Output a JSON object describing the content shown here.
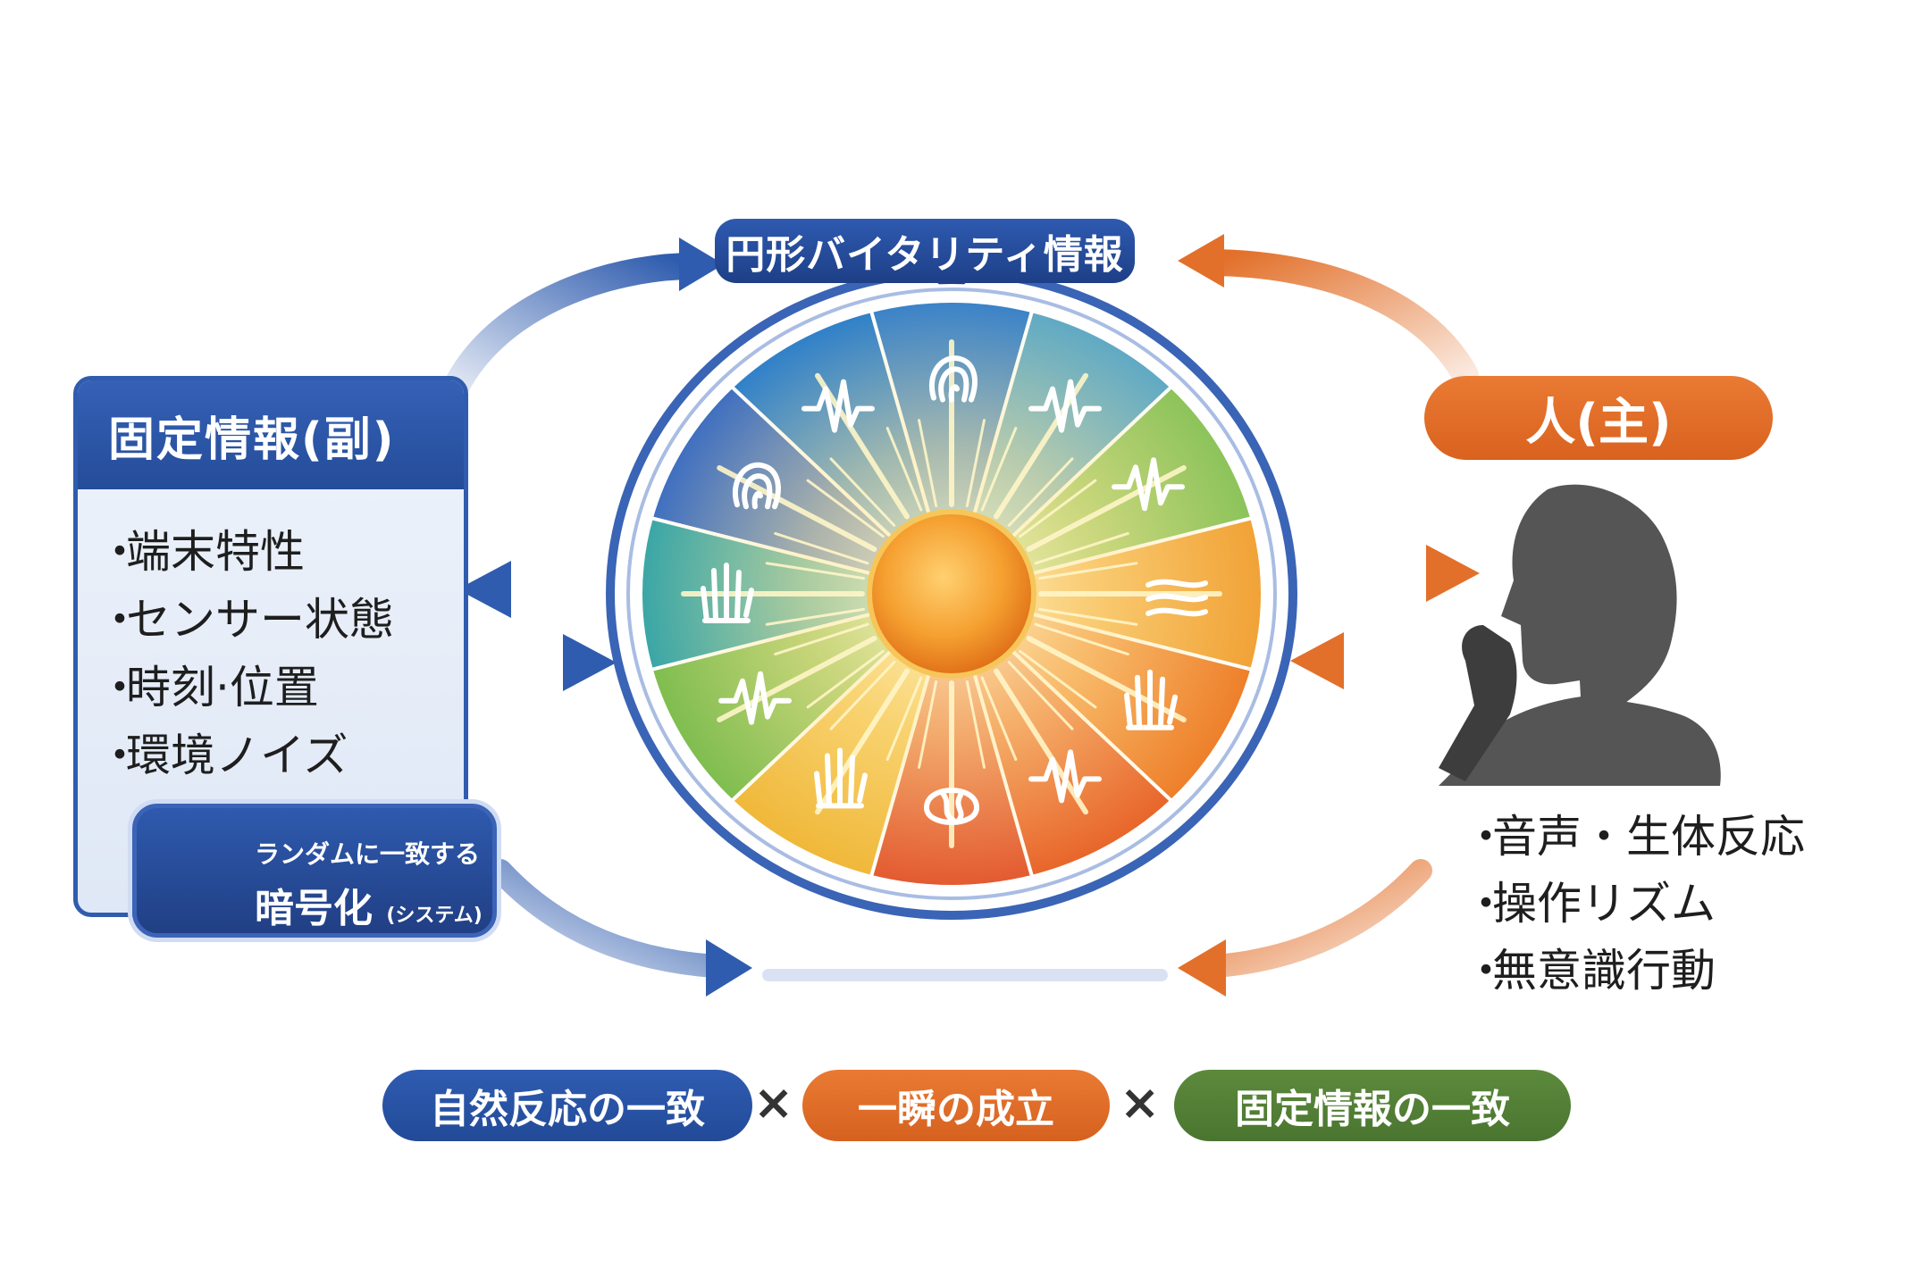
{
  "top_banner": {
    "title": "円形バイタリティ情報"
  },
  "left_panel": {
    "title": "固定情報(副)",
    "items": [
      "端末特性",
      "センサー状態",
      "時刻·位置",
      "環境ノイズ"
    ]
  },
  "encryption_badge": {
    "line1": "ランダムに一致する",
    "line2": "暗号化",
    "line2_suffix": "(システム)",
    "icon": "lock-icon"
  },
  "right_panel": {
    "title": "人(主)",
    "items": [
      "音声・生体反応",
      "操作リズム",
      "無意識行動"
    ]
  },
  "formula": {
    "term1": "自然反応の一致",
    "operator1": "×",
    "term2": "一瞬の成立",
    "operator2": "×",
    "term3": "固定情報の一致"
  },
  "wheel": {
    "segment_icons": [
      "fingerprint-icon",
      "sound-wave-icon",
      "pulse-wave-icon",
      "breath-icon",
      "hand-icon",
      "heartbeat-icon",
      "brain-icon",
      "hand-icon",
      "pulse-wave-icon",
      "gesture-icon",
      "fingerprint-icon",
      "voice-wave-icon"
    ]
  },
  "colors": {
    "blue": "#2f5cae",
    "orange": "#e2702a",
    "green": "#557f36",
    "silhouette": "#555555"
  }
}
